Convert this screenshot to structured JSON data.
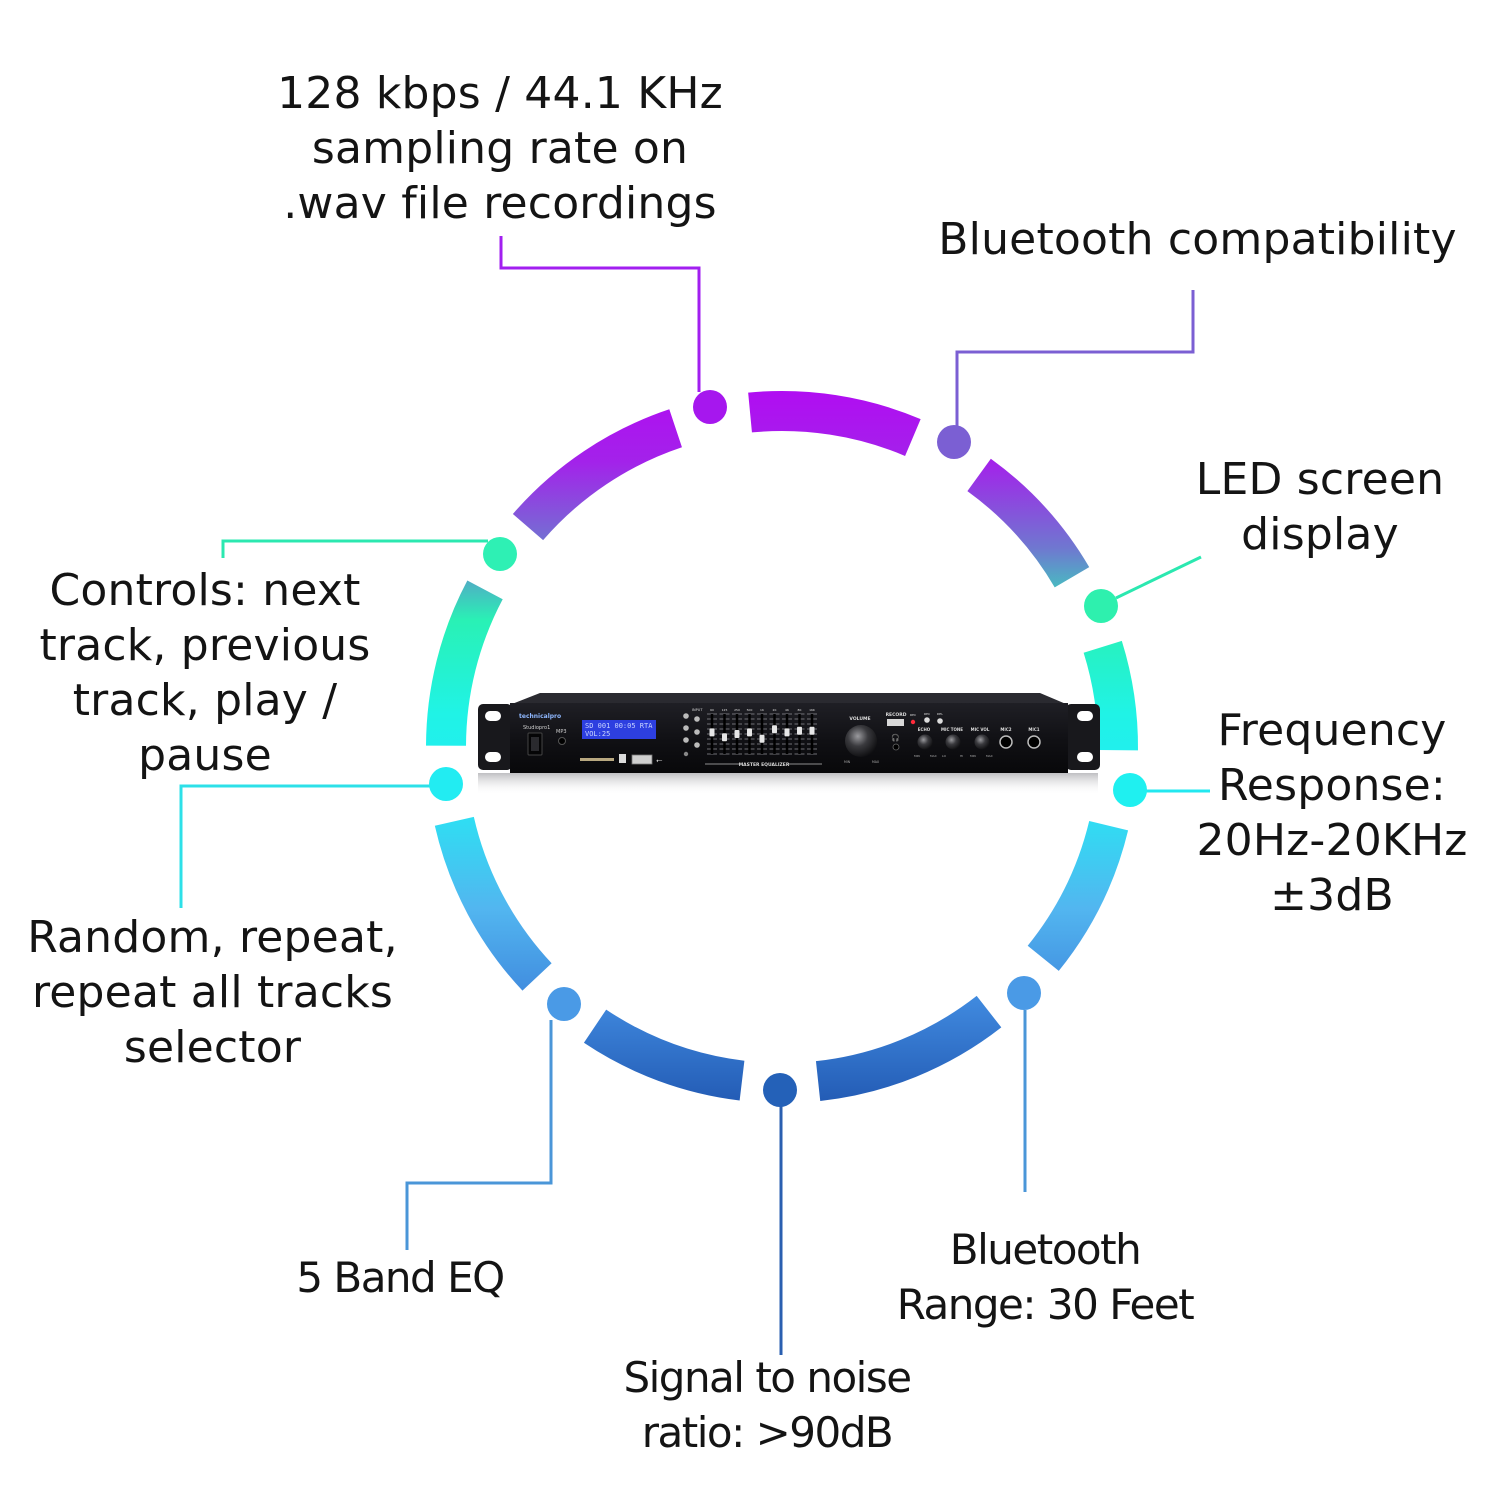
{
  "title": "Audio amplifier feature callouts",
  "colors": {
    "purple": "#a60ff0",
    "lilac": "#7b5fd3",
    "green": "#27f0b2",
    "cyan": "#1ff0f0",
    "sky": "#4ac4f0",
    "blue_mid": "#4a9ae6",
    "blue_dark": "#2461b8",
    "panel": "#141418",
    "lcd": "#2d3fe0",
    "lcd_text": "#c8d4ff"
  },
  "callouts": [
    {
      "id": "sampling-rate",
      "text": "128 kbps / 44.1 KHz\nsampling rate on\n.wav file recordings",
      "color": "#a21ff0"
    },
    {
      "id": "bluetooth-compat",
      "text": "Bluetooth compatibility",
      "color": "#7b5fd3"
    },
    {
      "id": "led-screen",
      "text": "LED screen\ndisplay",
      "color": "#2be8b0"
    },
    {
      "id": "frequency-response",
      "text": "Frequency\nResponse:\n20Hz-20KHz\n±3dB",
      "color": "#22e8f0"
    },
    {
      "id": "bluetooth-range",
      "text": "Bluetooth\nRange: 30 Feet",
      "color": "#4a96d8"
    },
    {
      "id": "snr",
      "text": "Signal to noise\nratio: >90dB",
      "color": "#2a5fb0"
    },
    {
      "id": "eq",
      "text": "5 Band EQ",
      "color": "#4a96d8"
    },
    {
      "id": "random-repeat",
      "text": "Random, repeat,\nrepeat all tracks\nselector",
      "color": "#2de0e8"
    },
    {
      "id": "controls",
      "text": "Controls: next\ntrack, previous\ntrack, play /\npause",
      "color": "#2be8b0"
    }
  ],
  "device": {
    "brand": "technicalpro",
    "model": "Studiopro1",
    "mp3_label": "MP3",
    "lcd_line1": "SD 001 00:05 RTA",
    "lcd_line2": "VOL:25",
    "eq_label": "MASTER EQUALIZER",
    "volume_label": "VOLUME",
    "volume_min": "MIN",
    "volume_max": "MAX",
    "record_label": "RECORD",
    "echo_label": "ECHO",
    "mic_tone_label": "MIC TONE",
    "mic_vol_label": "MIC VOL",
    "mic2_label": "MIC2",
    "mic1_label": "MIC1",
    "input_label": "INPUT",
    "knob_min": "MIN",
    "knob_max": "MAX",
    "tone_lo": "LO",
    "tone_hi": "HI",
    "led_labels": [
      "REC",
      "REC",
      "DEL"
    ],
    "eq_bands": [
      "60",
      "125",
      "250",
      "500",
      "1K",
      "2K",
      "4K",
      "8K",
      "16K"
    ],
    "eq_levels": [
      0.55,
      0.4,
      0.5,
      0.55,
      0.35,
      0.65,
      0.55,
      0.6,
      0.6
    ]
  }
}
